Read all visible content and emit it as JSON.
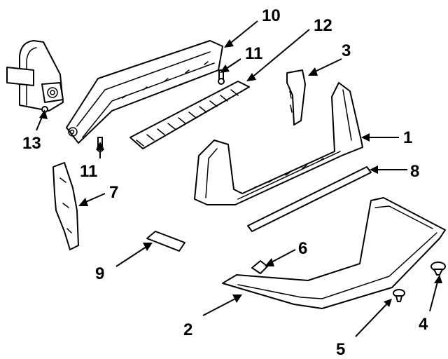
{
  "diagram": {
    "callouts": [
      {
        "id": "1",
        "text": "1"
      },
      {
        "id": "2",
        "text": "2"
      },
      {
        "id": "3",
        "text": "3"
      },
      {
        "id": "4",
        "text": "4"
      },
      {
        "id": "5",
        "text": "5"
      },
      {
        "id": "6",
        "text": "6"
      },
      {
        "id": "7",
        "text": "7"
      },
      {
        "id": "8",
        "text": "8"
      },
      {
        "id": "9",
        "text": "9"
      },
      {
        "id": "10",
        "text": "10"
      },
      {
        "id": "11a",
        "text": "11"
      },
      {
        "id": "11b",
        "text": "11"
      },
      {
        "id": "12",
        "text": "12"
      },
      {
        "id": "13",
        "text": "13"
      }
    ],
    "colors": {
      "line": "#000000",
      "background": "#ffffff"
    }
  }
}
